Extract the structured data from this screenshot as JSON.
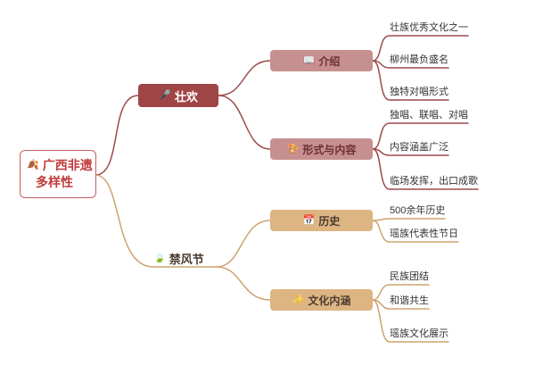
{
  "root": {
    "icon": "🍂",
    "line1": "广西非遗",
    "line2": "多样性"
  },
  "branches": [
    {
      "label": "壮欢",
      "icon": "🎤",
      "children": [
        {
          "label": "介绍",
          "icon": "📖",
          "leaves": [
            "壮族优秀文化之一",
            "柳州最负盛名",
            "独特对唱形式"
          ]
        },
        {
          "label": "形式与内容",
          "icon": "🎨",
          "leaves": [
            "独唱、联唱、对唱",
            "内容涵盖广泛",
            "临场发挥，出口成歌"
          ]
        }
      ]
    },
    {
      "label": "禁风节",
      "icon": "🍃",
      "children": [
        {
          "label": "历史",
          "icon": "📅",
          "leaves": [
            "500余年历史",
            "瑶族代表性节日"
          ]
        },
        {
          "label": "文化内涵",
          "icon": "✨",
          "leaves": [
            "民族团结",
            "和谐共生",
            "瑶族文化展示"
          ]
        }
      ]
    }
  ],
  "colors": {
    "top_branch_line": "#9e4a4a",
    "top_branch_box": "#a04545",
    "top_child_box": "#c79090",
    "bottom_branch_line": "#cfa36f",
    "bottom_child_box": "#ddb583",
    "root_text": "#c13b3b",
    "leaf_text": "#333333"
  }
}
